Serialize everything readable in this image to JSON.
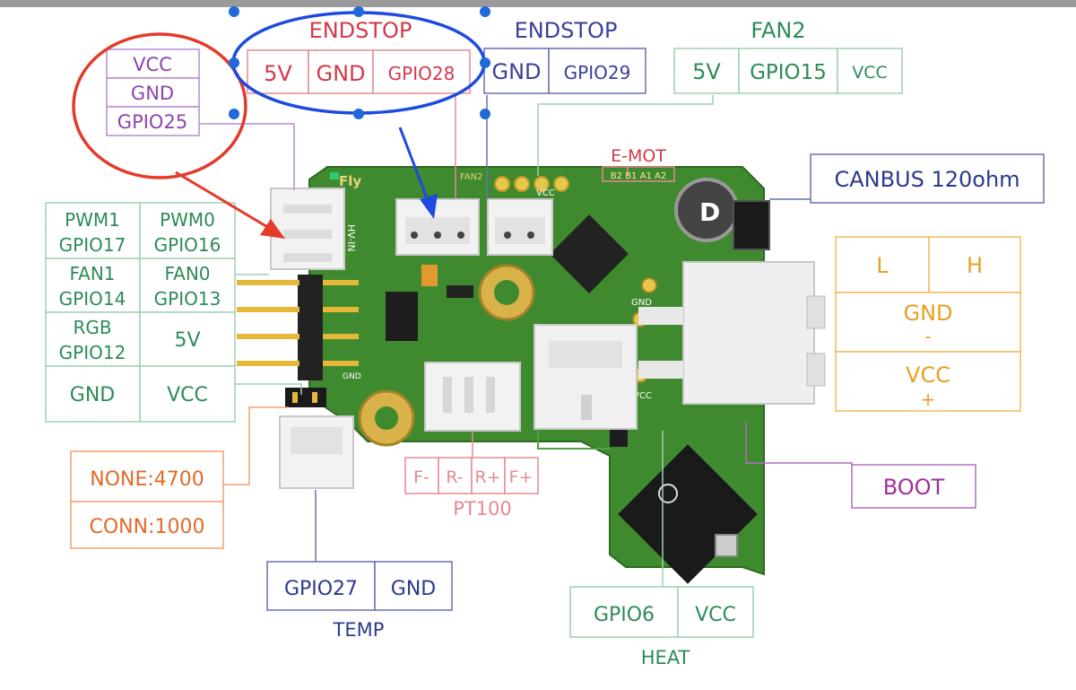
{
  "colors": {
    "vcc_purple": "#8e44ad",
    "endstop_red": "#d33a4a",
    "endstop_blue": "#3b3f9a",
    "green": "#2e8b57",
    "orange": "#e8a020",
    "orange_dark": "#e06a2a",
    "navy": "#2c3a8c",
    "magenta": "#a0309a",
    "pcb_green": "#3f8a2e",
    "annot_red": "#e53a2a",
    "annot_blue": "#1f4ae0",
    "pink": "#e58a90"
  },
  "conn_vcc_gnd_gpio25": {
    "r1": "VCC",
    "r2": "GND",
    "r3": "GPIO25"
  },
  "endstop_red": {
    "title": "ENDSTOP",
    "c1": "5V",
    "c2": "GND",
    "c3": "GPIO28"
  },
  "endstop_blue": {
    "title": "ENDSTOP",
    "c1": "GND",
    "c2": "GPIO29"
  },
  "fan2": {
    "title": "FAN2",
    "c1": "5V",
    "c2": "GPIO15",
    "c3": "VCC"
  },
  "emot": {
    "title": "E-MOT",
    "pins": "B2 B1 A1 A2"
  },
  "canbus": {
    "label": "CANBUS 120ohm"
  },
  "left_table": {
    "r1a": "PWM1",
    "r1b": "GPIO17",
    "r1c": "PWM0",
    "r1d": "GPIO16",
    "r2a": "FAN1",
    "r2b": "GPIO14",
    "r2c": "FAN0",
    "r2d": "GPIO13",
    "r3a": "RGB",
    "r3b": "GPIO12",
    "r3c": "5V",
    "r4a": "GND",
    "r4c": "VCC"
  },
  "can_table": {
    "l": "L",
    "h": "H",
    "gnd": "GND",
    "minus": "-",
    "vcc": "VCC",
    "plus": "+"
  },
  "resistor": {
    "r1": "NONE:4700",
    "r2": "CONN:1000"
  },
  "pt100": {
    "p1": "F-",
    "p2": "R-",
    "p3": "R+",
    "p4": "F+",
    "title": "PT100"
  },
  "boot": {
    "label": "BOOT"
  },
  "temp": {
    "c1": "GPIO27",
    "c2": "GND",
    "title": "TEMP"
  },
  "heat": {
    "c1": "GPIO6",
    "c2": "VCC",
    "title": "HEAT"
  },
  "board": {
    "brand": "Fly",
    "gnd1": "GND",
    "gnd2": "GND",
    "vcc1": "VCC",
    "vcc2": "VCC",
    "fan_pad": "FAN2",
    "chip_mark": "D",
    "hv_label": "HV-IN"
  }
}
